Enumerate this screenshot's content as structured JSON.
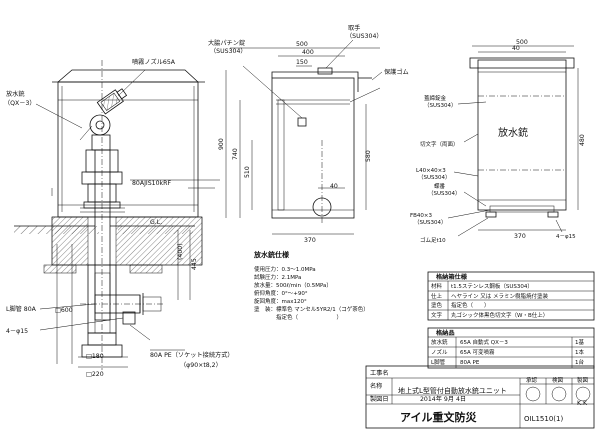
{
  "labels": {
    "nozzle": "噴霧ノズル65A",
    "valve": "放水銃\n（QX－3）",
    "flange": "80AJIS10kRF",
    "gl": "G.L.",
    "elbow": "L脚管 80A",
    "bolt": "4－φ15",
    "square": "□600",
    "pipe_pe": "80A PE（ソケット接続方式）",
    "pipe_dim": "（φ90×t8,2）",
    "sq180": "□180",
    "sq220": "□220",
    "hinge_top": "大脇パチン錠\n（SUS304）",
    "handle": "取手\n（SUS304）",
    "rubber": "保護ゴム",
    "panel_label": "放水銃",
    "cut": "切文字（両面）",
    "lock": "蓋締錠金\n（SUS304）",
    "angle1": "L40×40×3\n（SUS304）",
    "hinge": "蝶番\n（SUS304）",
    "flat": "FB40×3\n（SUS304）",
    "rubber_foot": "ゴム足t10",
    "bolt2": "4－φ15"
  },
  "dims": {
    "d500a": "500",
    "d400": "400",
    "d150": "150",
    "d40a": "40",
    "d900": "900",
    "d740": "740",
    "d510": "510",
    "d580": "580",
    "d40b": "40",
    "d370a": "370",
    "d500b": "500",
    "d40c": "40",
    "d480": "480",
    "d370b": "370",
    "d445": "445",
    "d400b": "(400)",
    "d3a": "3",
    "d3b": "3"
  },
  "specs": {
    "title": "放水銃仕様",
    "rows": [
      "使用圧力：0.3～1.0MPa",
      "試験圧力：2.1MPa",
      "放水量：500ℓ/min（0.5MPa）",
      "俯仰角度：0°～+90°",
      "旋回角度：max120°",
      "塗　装：標準色 マンセル5YR2/1（コゲ茶色）",
      "　　　　指定色（　　　　　　　）"
    ]
  },
  "box_specs": {
    "title": "格納箱仕様",
    "rows": [
      [
        "材料",
        "t1.5ステンレス鋼板（SUS304）"
      ],
      [
        "仕上",
        "ヘヤライン 又は メラミン樹脂焼付塗装"
      ],
      [
        "塗色",
        "指定色（　　）"
      ],
      [
        "文字",
        "丸ゴシック体黒色切文字（W・B仕上）"
      ]
    ]
  },
  "parts": {
    "title": "格納品",
    "rows": [
      [
        "放水銃",
        "65A 自動式 QX－3",
        "1基"
      ],
      [
        "ノズル",
        "65A 可変噴霧",
        "1本"
      ],
      [
        "L脚管",
        "80A PE",
        "1台"
      ]
    ]
  },
  "title_block": {
    "job_label": "工事名",
    "name_label": "名称",
    "name_value": "地上式L型管付自動放水銃ユニット",
    "date_label": "製図日",
    "date_value": "2014年 9月 4日",
    "company": "アイル重文防災",
    "approved": "承認",
    "checked": "検図",
    "drawn": "製図",
    "initials": "K.K",
    "drawing_no": "OIL1510(1)"
  }
}
